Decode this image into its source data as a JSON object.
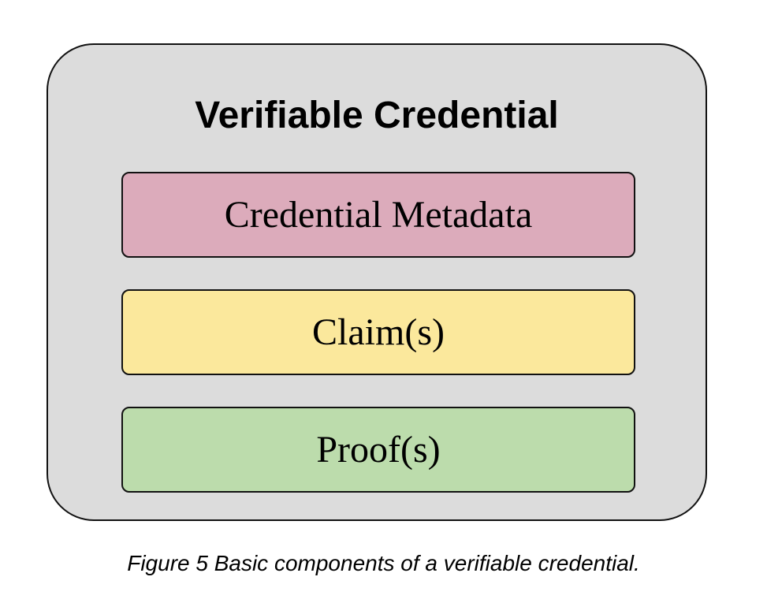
{
  "diagram": {
    "title": "Verifiable Credential",
    "components": [
      {
        "label": "Credential Metadata",
        "color": "#dcabbb"
      },
      {
        "label": "Claim(s)",
        "color": "#fbe89c"
      },
      {
        "label": "Proof(s)",
        "color": "#bcdcac"
      }
    ]
  },
  "caption": "Figure 5 Basic components of a verifiable credential.",
  "colors": {
    "container_fill": "#dcdcdc",
    "border": "#111111"
  }
}
